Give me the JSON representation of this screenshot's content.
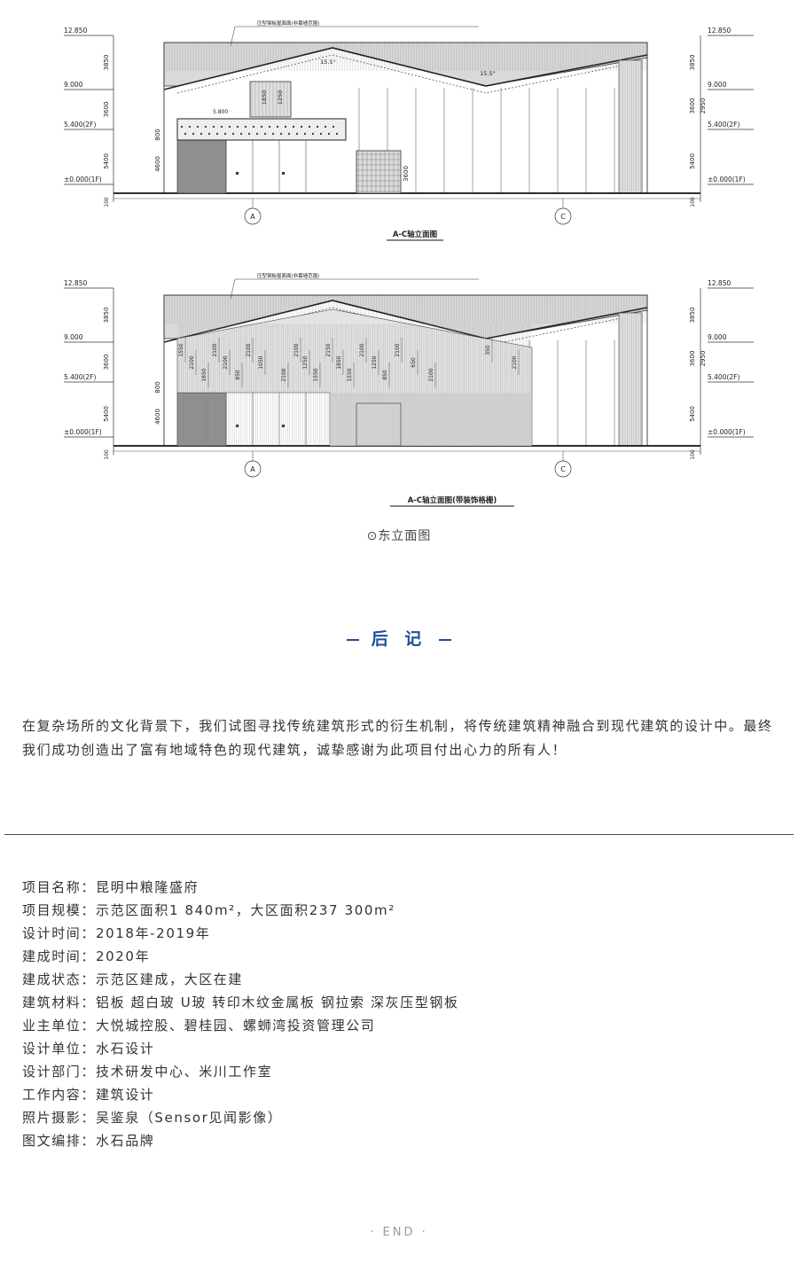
{
  "drawings": [
    {
      "title": "A-C轴立面图",
      "roof_note": "压型钢板屋面面(非幕墙范围)",
      "elev_left": [
        "12.850",
        "9.000",
        "5.400(2F)",
        "±0.000(1F)"
      ],
      "elev_right": [
        "12.850",
        "9.000",
        "5.400(2F)",
        "±0.000(1F)"
      ],
      "dims_left": [
        "3850",
        "3600",
        "5400"
      ],
      "dims_right": [
        "3850",
        "3600",
        "5400"
      ],
      "dim_2950": "2950",
      "dim_100": "100",
      "axes": [
        "A",
        "C"
      ],
      "angles": [
        "15.5°",
        "15.5°"
      ],
      "inner_dims": [
        "800",
        "4600",
        "3600",
        "1850",
        "1250",
        "5.800"
      ]
    },
    {
      "title": "A-C轴立面图(带装饰格栅)",
      "roof_note": "压型钢板屋面面(非幕墙范围)",
      "elev_left": [
        "12.850",
        "9.000",
        "5.400(2F)",
        "±0.000(1F)"
      ],
      "elev_right": [
        "12.850",
        "9.000",
        "5.400(2F)",
        "±0.000(1F)"
      ],
      "dims_left": [
        "3850",
        "3600",
        "5400"
      ],
      "dims_right": [
        "3850",
        "3600",
        "5400"
      ],
      "dim_2950": "2950",
      "dim_100": "100",
      "axes": [
        "A",
        "C"
      ],
      "inner_dims": [
        "800",
        "4600"
      ],
      "grille_dims": [
        "1550",
        "2100",
        "1650",
        "2100",
        "2100",
        "850",
        "2100",
        "1050",
        "2100",
        "2100",
        "1250",
        "1550",
        "2150",
        "1850",
        "1550",
        "2100",
        "1250",
        "850",
        "2100",
        "650",
        "2100",
        "350",
        "2100"
      ]
    }
  ],
  "caption": "⊙东立面图",
  "section_heading": "后 记",
  "paragraph": "在复杂场所的文化背景下，我们试图寻找传统建筑形式的衍生机制，将传统建筑精神融合到现代建筑的设计中。最终我们成功创造出了富有地域特色的现代建筑，诚挚感谢为此项目付出心力的所有人！",
  "project_info": [
    "项目名称：昆明中粮隆盛府",
    "项目规模：示范区面积1 840m²，大区面积237 300m²",
    "设计时间：2018年-2019年",
    "建成时间：2020年",
    "建成状态：示范区建成，大区在建",
    "建筑材料：铝板 超白玻 U玻 转印木纹金属板 钢拉索 深灰压型钢板",
    "业主单位：大悦城控股、碧桂园、螺蛳湾投资管理公司",
    "设计单位：水石设计",
    "设计部门：技术研发中心、米川工作室",
    "工作内容：建筑设计",
    "照片摄影：吴鉴泉（Sensor见闻影像）",
    "图文编排：水石品牌"
  ],
  "end_mark": "· END ·"
}
